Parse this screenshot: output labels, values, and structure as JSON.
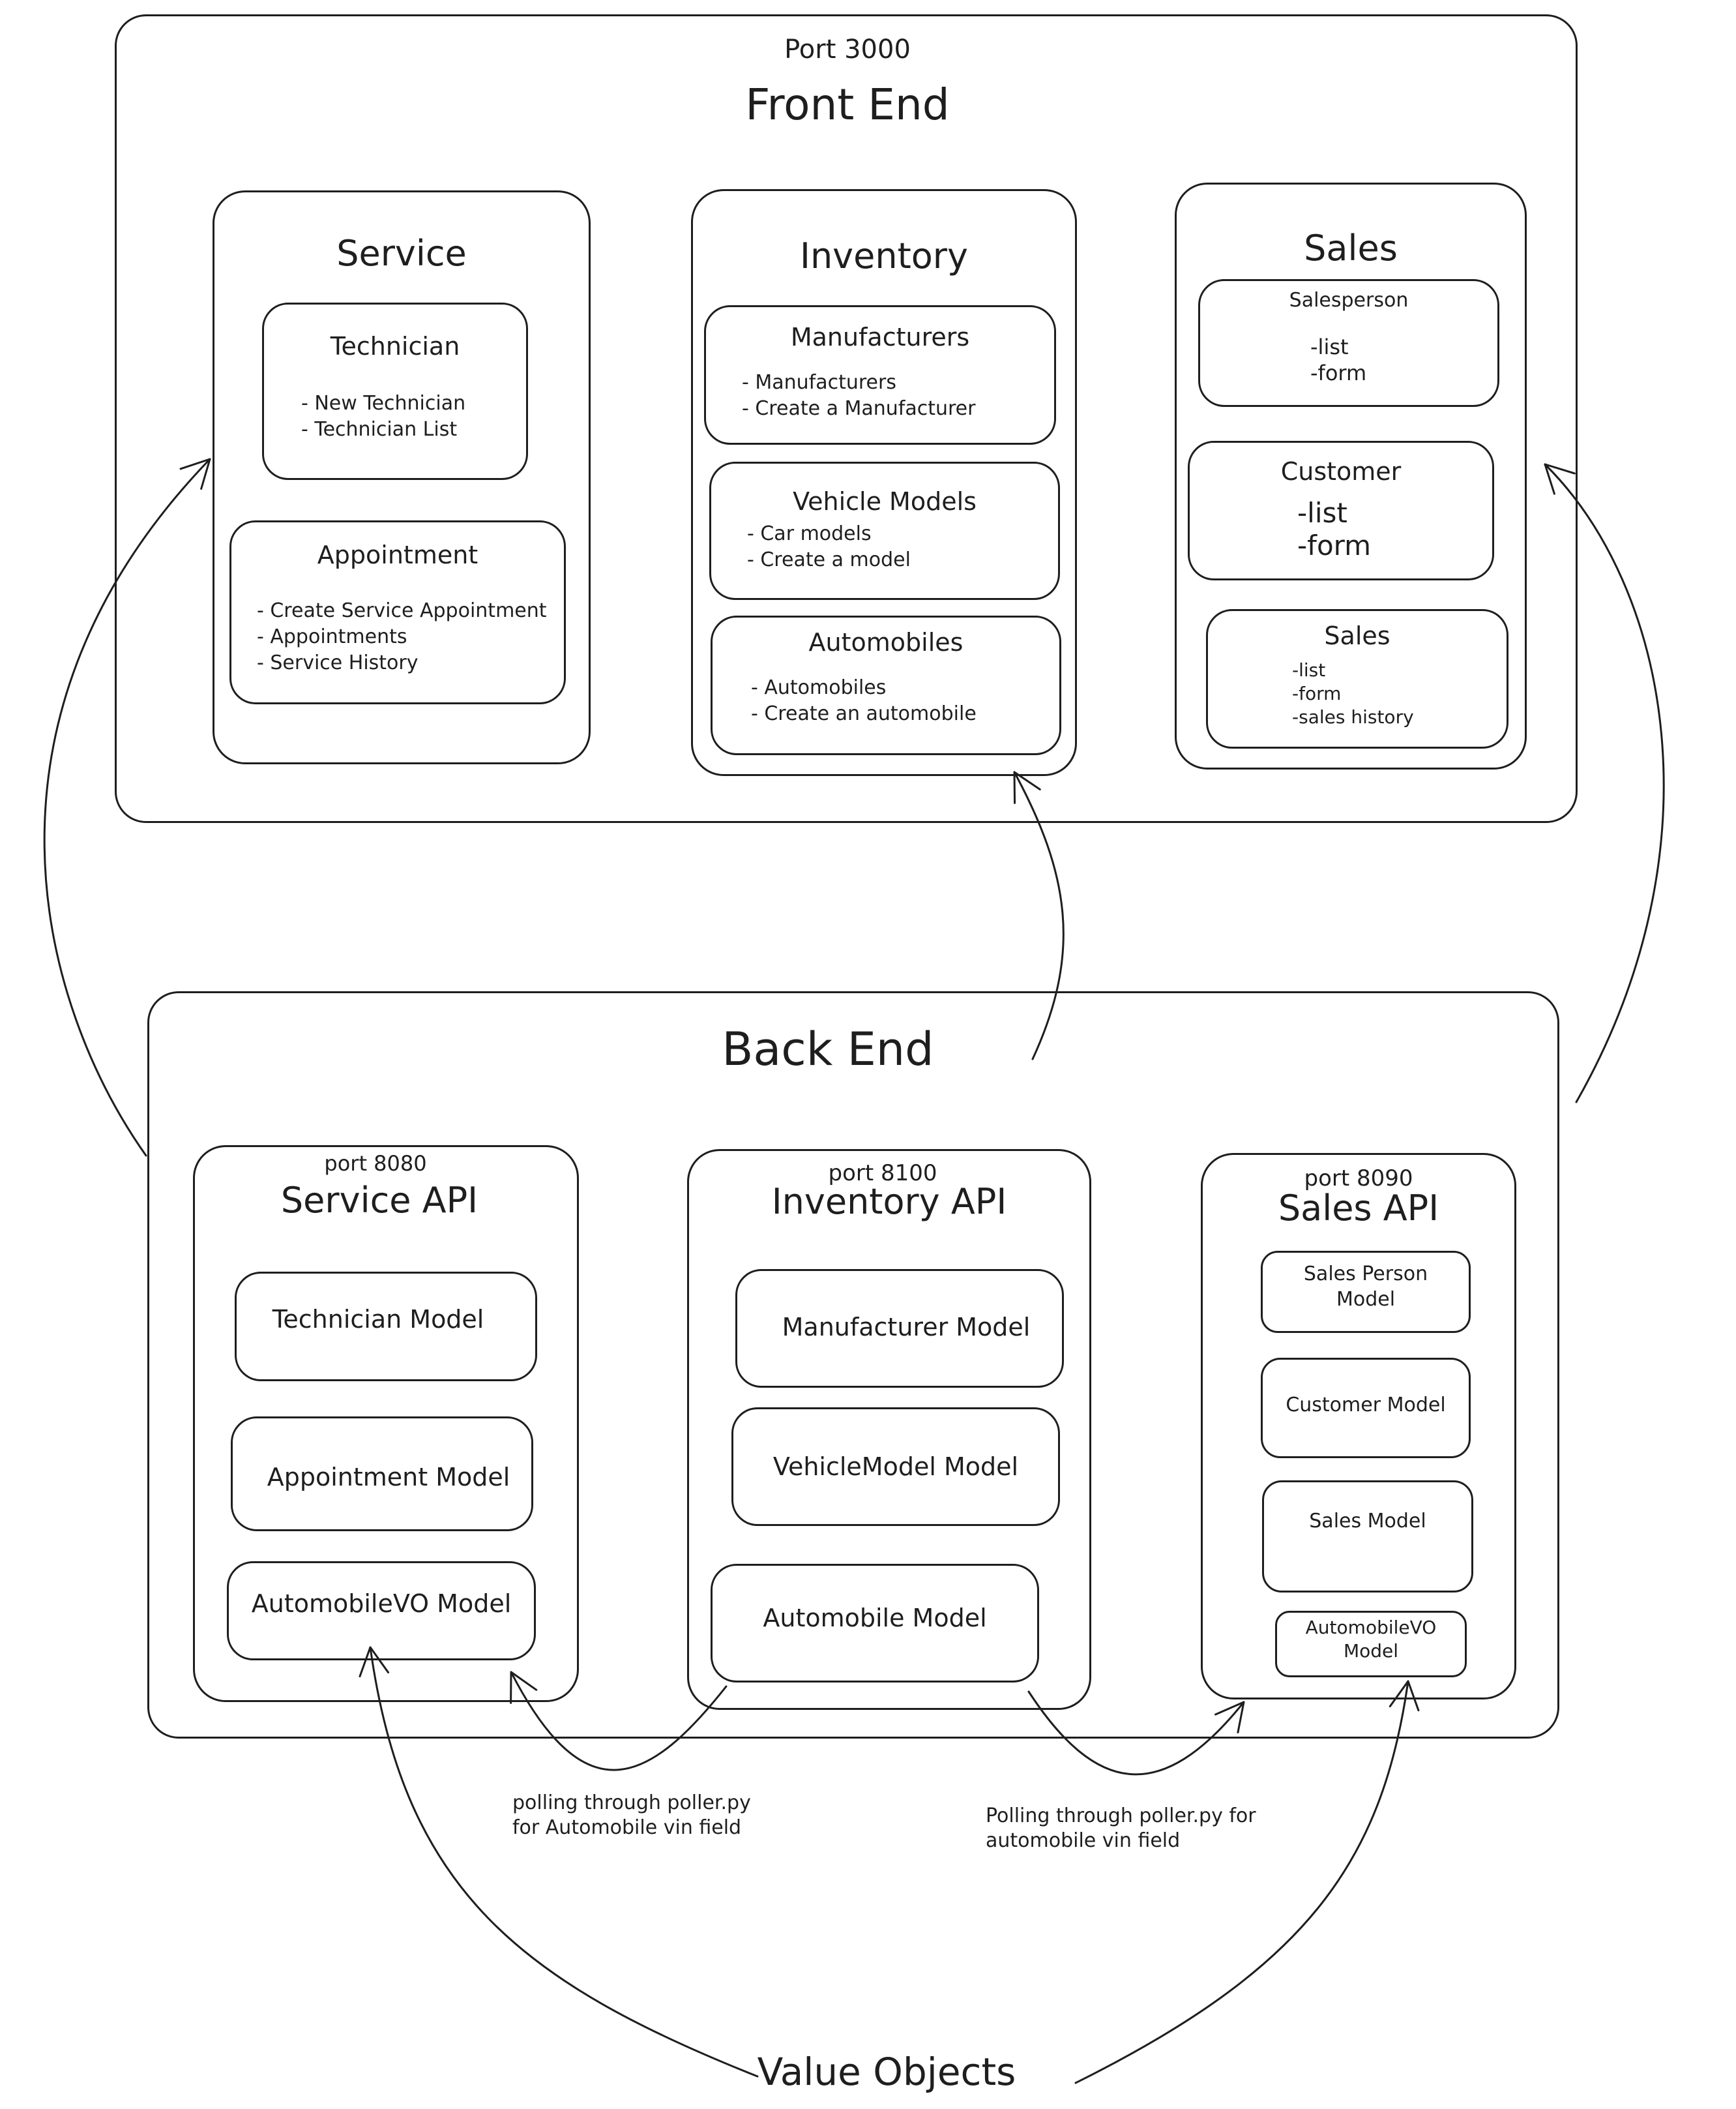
{
  "front_end": {
    "port": "Port 3000",
    "title": "Front End",
    "service": {
      "title": "Service",
      "technician": {
        "title": "Technician",
        "items": [
          "- New Technician",
          "- Technician List"
        ]
      },
      "appointment": {
        "title": "Appointment",
        "items": [
          "- Create Service Appointment",
          "- Appointments",
          "- Service History"
        ]
      }
    },
    "inventory": {
      "title": "Inventory",
      "manufacturers": {
        "title": "Manufacturers",
        "items": [
          "- Manufacturers",
          "- Create a Manufacturer"
        ]
      },
      "vehicle_models": {
        "title": "Vehicle Models",
        "items": [
          "- Car models",
          "- Create a model"
        ]
      },
      "automobiles": {
        "title": "Automobiles",
        "items": [
          "- Automobiles",
          "- Create an automobile"
        ]
      }
    },
    "sales": {
      "title": "Sales",
      "salesperson": {
        "title": "Salesperson",
        "items": [
          "-list",
          "-form"
        ]
      },
      "customer": {
        "title": "Customer",
        "items": [
          "-list",
          "-form"
        ]
      },
      "sales": {
        "title": "Sales",
        "items": [
          "-list",
          "-form",
          "-sales history"
        ]
      }
    }
  },
  "back_end": {
    "title": "Back End",
    "service_api": {
      "port": "port 8080",
      "title": "Service API",
      "models": [
        "Technician Model",
        "Appointment Model",
        "AutomobileVO Model"
      ]
    },
    "inventory_api": {
      "port": "port 8100",
      "title": "Inventory API",
      "models": [
        "Manufacturer Model",
        "VehicleModel Model",
        "Automobile Model"
      ]
    },
    "sales_api": {
      "port": "port 8090",
      "title": "Sales API",
      "models": [
        "Sales Person\nModel",
        "Customer Model",
        "Sales Model",
        "AutomobileVO\nModel"
      ]
    }
  },
  "annotations": {
    "poll_service": "polling through poller.py\nfor Automobile vin field",
    "poll_sales": "Polling through poller.py for\nautomobile vin field",
    "value_objects": "Value Objects"
  },
  "colors": {
    "stroke": "#1e1e1e",
    "background": "#ffffff"
  }
}
